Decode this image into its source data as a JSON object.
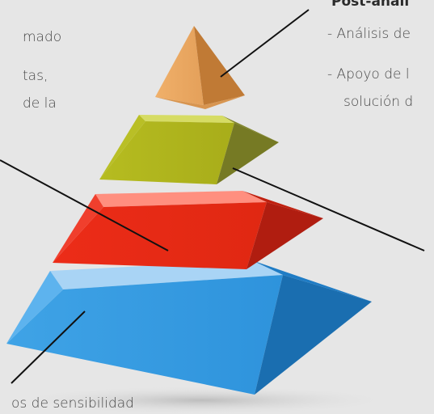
{
  "texts": {
    "left_line_1": "mado",
    "left_line_2": "tas,",
    "left_line_3": "de la",
    "right_heading": "Post-análi",
    "right_item_1": "- Análisis de",
    "right_item_2": "- Apoyo de l",
    "right_item_3": "solución d",
    "bottom_caption": "os de sensibilidad"
  },
  "colors": {
    "background": "#e6e6e6",
    "tier_top": "#e0a060",
    "tier_second": "#a8ad1e",
    "tier_third": "#e02a1a",
    "tier_base": "#2b8fd8",
    "leader_line": "#111111"
  }
}
